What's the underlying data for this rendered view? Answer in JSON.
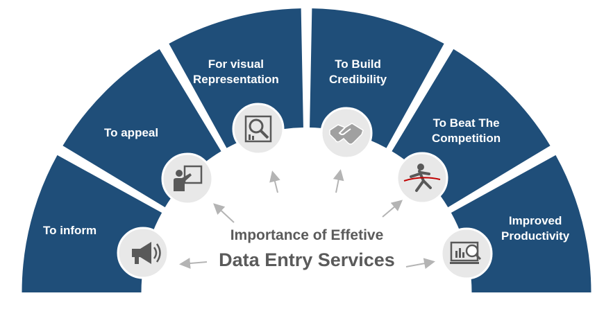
{
  "segments": [
    {
      "label": "To inform",
      "icon": "megaphone-icon"
    },
    {
      "label": "To appeal",
      "icon": "presentation-board-icon"
    },
    {
      "label": "For visual\nRepresentation",
      "icon": "search-chart-icon"
    },
    {
      "label": "To Build\nCredibility",
      "icon": "handshake-icon"
    },
    {
      "label": "To Beat The\nCompetition",
      "icon": "runner-finish-line-icon"
    },
    {
      "label": "Improved\nProductivity",
      "icon": "monitor-analytics-icon"
    }
  ],
  "center": {
    "subtitle": "Importance of Effetive",
    "title": "Data Entry Services"
  },
  "colors": {
    "segment": "#1f4e79",
    "icon_circle": "#e8e8e8",
    "icon_fill": "#595959",
    "arrow": "#b4b4b4",
    "center_text": "#5a5a5a"
  }
}
